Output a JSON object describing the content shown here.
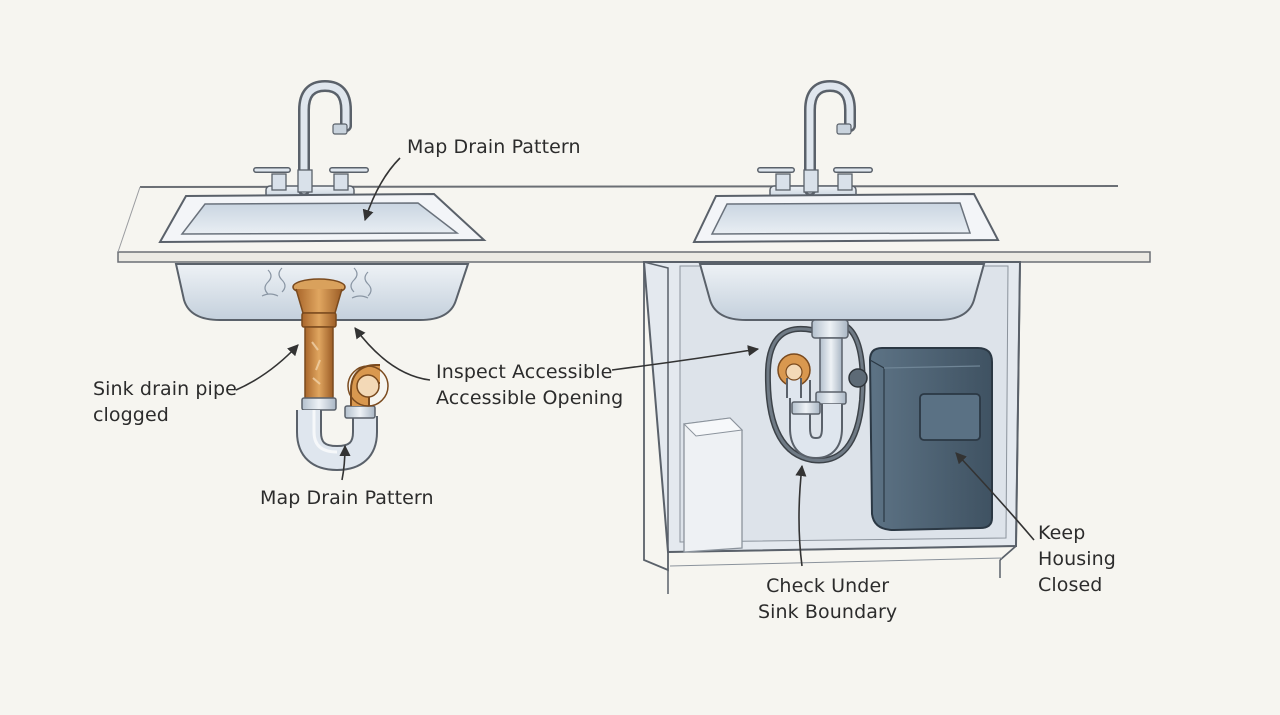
{
  "labels": {
    "map_drain_top": "Map Drain Pattern",
    "clogged_line1": "Sink drain pipe",
    "clogged_line2": "clogged",
    "inspect_line1": "Inspect Accessible",
    "inspect_line2": "Accessible Opening",
    "map_drain_bottom": "Map Drain Pattern",
    "check_line1": "Check Under",
    "check_line2": "Sink Boundary",
    "keep_line1": "Keep",
    "keep_line2": "Housing",
    "keep_line3": "Closed"
  },
  "colors": {
    "background": "#f6f5f0",
    "outline": "#4a4f57",
    "steel": "#d7e0ea",
    "steel_dark": "#aab7c6",
    "rust": "#c8823c",
    "housing": "#4d6273",
    "cabinet_interior": "#e3e8ee"
  }
}
